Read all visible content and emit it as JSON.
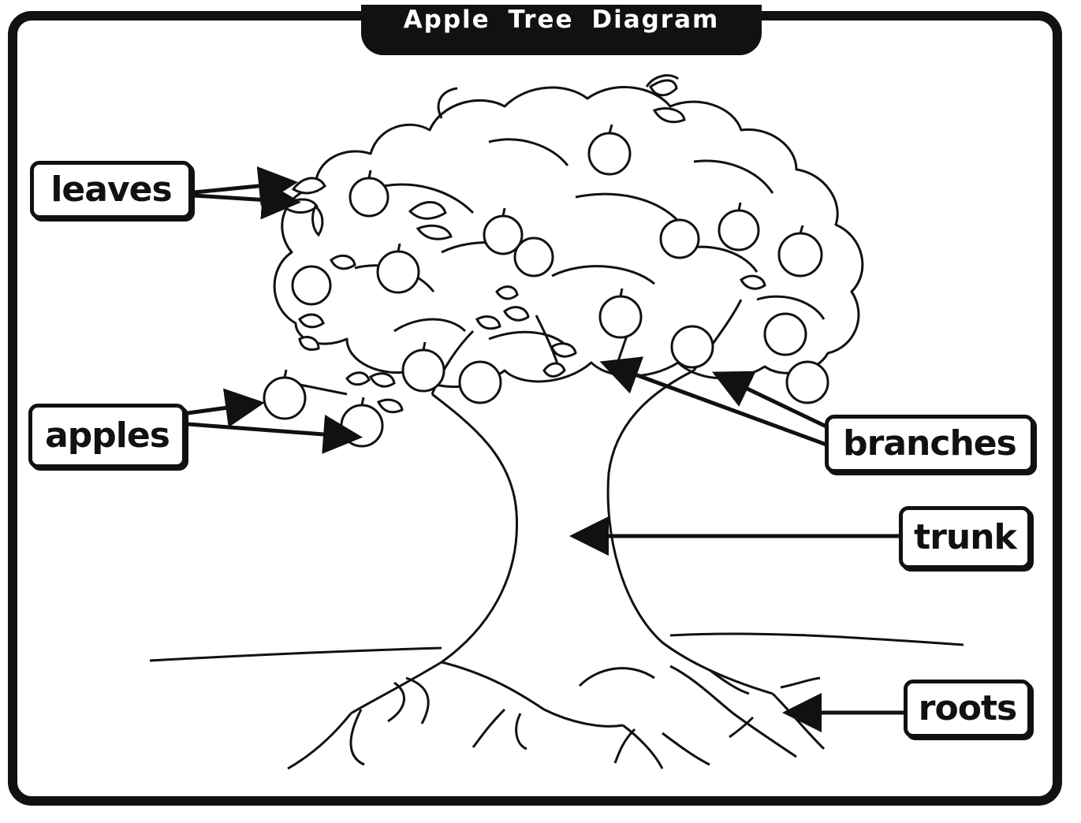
{
  "title": "Apple Tree Diagram",
  "labels": {
    "leaves": "leaves",
    "apples": "apples",
    "branches": "branches",
    "trunk": "trunk",
    "roots": "roots"
  },
  "colors": {
    "ink": "#111111",
    "paper": "#ffffff"
  }
}
